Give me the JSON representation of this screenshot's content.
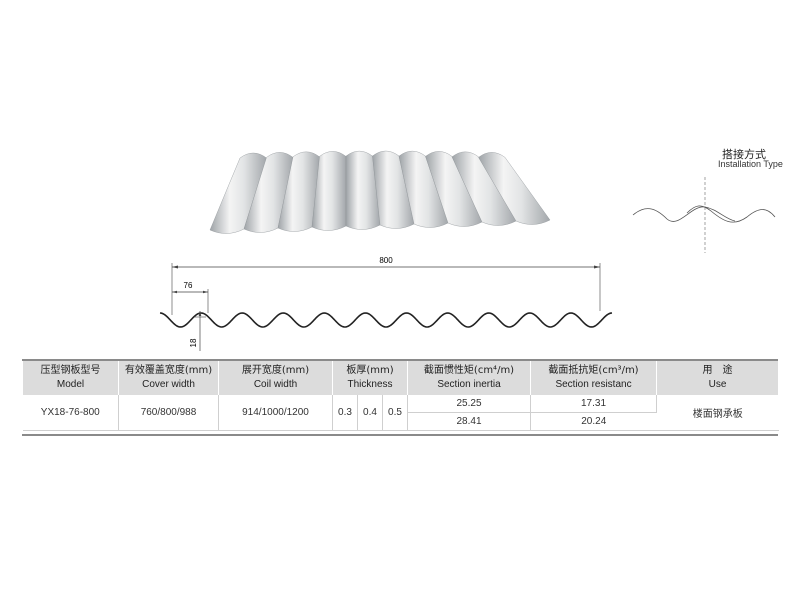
{
  "installation": {
    "title_zh": "搭接方式",
    "title_en": "Installation Type"
  },
  "dimensions": {
    "total_width": "800",
    "pitch": "76",
    "height": "18"
  },
  "table": {
    "headers": [
      {
        "zh": "压型钢板型号",
        "en": "Model"
      },
      {
        "zh": "有效覆盖宽度(mm)",
        "en": "Cover width"
      },
      {
        "zh": "展开宽度(mm)",
        "en": "Coil width"
      },
      {
        "zh": "板厚(mm)",
        "en": "Thickness"
      },
      {
        "zh": "截面惯性矩(cm⁴/m)",
        "en": "Section inertia"
      },
      {
        "zh": "截面抵抗矩(cm³/m)",
        "en": "Section resistanc"
      },
      {
        "zh": "用　途",
        "en": "Use"
      }
    ],
    "row": {
      "model": "YX18-76-800",
      "cover_width": "760/800/988",
      "coil_width": "914/1000/1200",
      "thickness": [
        "0.3",
        "0.4",
        "0.5"
      ],
      "inertia": [
        "25.25",
        "28.41"
      ],
      "resistance": [
        "17.31",
        "20.24"
      ],
      "use": "楼面钢承板"
    }
  },
  "colors": {
    "header_bg": "#dcdcdc",
    "rule": "#8a8a8a",
    "sheet_light": "#f2f2f2",
    "sheet_dark": "#a9adb0"
  }
}
